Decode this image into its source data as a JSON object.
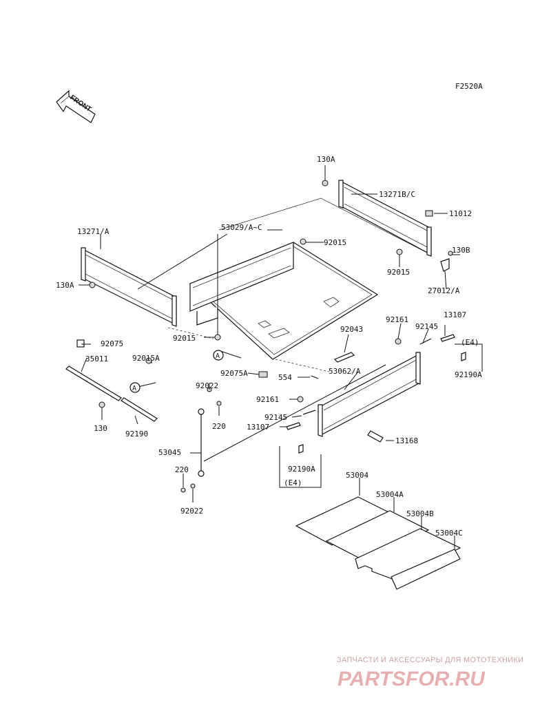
{
  "figure_code": "F2520A",
  "front_arrow": {
    "label": "FRONT",
    "icon": "front-direction-arrow-icon"
  },
  "callout_ref": "A",
  "parts": {
    "p130A_top": "130A",
    "p13271BC": "13271B/C",
    "p11012": "11012",
    "p130B": "130B",
    "p92015_right": "92015",
    "p27012A": "27012/A",
    "p53029": "53029/A~C",
    "p92015_mid": "92015",
    "p13271A": "13271/A",
    "p130A_left": "130A",
    "p92015_low": "92015",
    "p92043": "92043",
    "p92161_top": "92161",
    "p92145_top": "92145",
    "p13107_top": "13107",
    "pE4_top": "(E4)",
    "p92190A_top": "92190A",
    "p92075": "92075",
    "p35011": "35011",
    "p92015A": "92015A",
    "p92075A": "92075A",
    "p554": "554",
    "p53062A": "53062/A",
    "p92022_top": "92022",
    "p220_top": "220",
    "p130": "130",
    "p92190": "92190",
    "p92161_mid": "92161",
    "p92145_mid": "92145",
    "p13107_mid": "13107",
    "p13168": "13168",
    "p53045": "53045",
    "p92190A_low": "92190A",
    "pE4_low": "(E4)",
    "p220_low": "220",
    "p92022_low": "92022",
    "p53004": "53004",
    "p53004A": "53004A",
    "p53004B": "53004B",
    "p53004C": "53004C"
  },
  "watermark": {
    "tagline": "ЗАПЧАСТИ И АКСЕССУАРЫ ДЛЯ МОТОТЕХНИКИ",
    "logo": "PARTSFOR.RU"
  }
}
